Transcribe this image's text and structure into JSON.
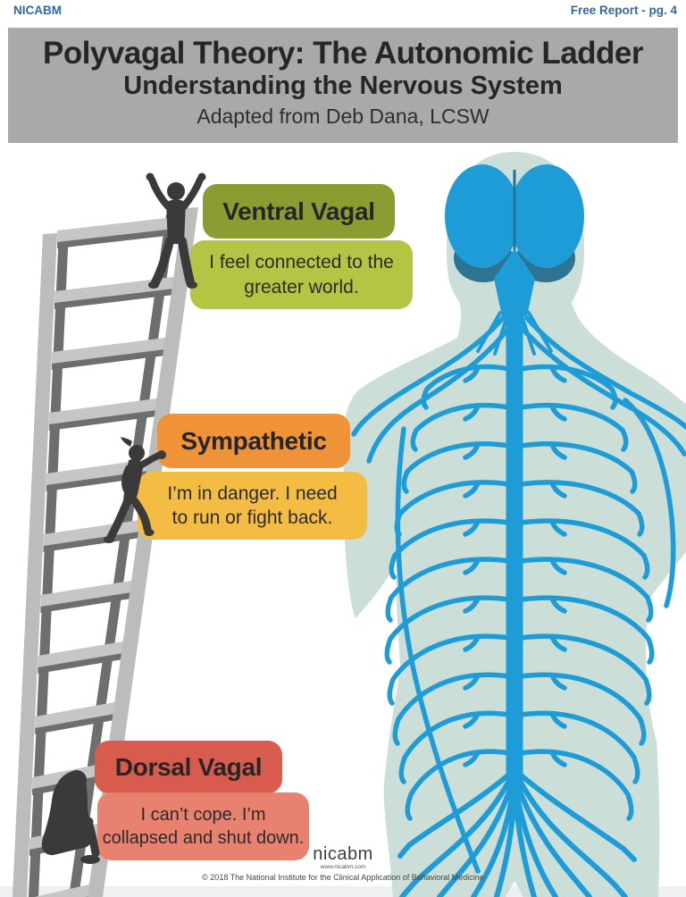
{
  "page": {
    "top_left": "NICABM",
    "top_right": "Free Report - pg. 4",
    "accent_blue": "#2b6ab0"
  },
  "banner": {
    "title": "Polyvagal Theory: The Autonomic Ladder",
    "subtitle": "Understanding the Nervous System",
    "attribution": "Adapted from Deb Dana, LCSW",
    "bg_color": "#a9a9a9"
  },
  "levels": [
    {
      "name": "Ventral Vagal",
      "quote": "I feel connected to the\ngreater world.",
      "label_bg": "#8a9c32",
      "quote_bg": "#b6c443",
      "figure": "celebrating-person",
      "ladder_position": "top"
    },
    {
      "name": "Sympathetic",
      "quote": "I’m in danger.  I need\nto run or fight back.",
      "label_bg": "#ef9238",
      "quote_bg": "#f5bc43",
      "figure": "climbing-fighting-person",
      "ladder_position": "middle"
    },
    {
      "name": "Dorsal Vagal",
      "quote": "I can’t cope.  I’m\ncollapsed and shut down.",
      "label_bg": "#d85c4d",
      "quote_bg": "#e88170",
      "figure": "collapsed-person",
      "ladder_position": "bottom"
    }
  ],
  "footer": {
    "logo": "nicabm",
    "website": "www.nicabm.com",
    "copyright": "© 2018  The National Institute for the Clinical Application of Behavioral Medicine"
  },
  "illustration": {
    "body_color": "#cbdfd8",
    "nerve_color": "#1e9cd7",
    "deep_brain_color": "#2e7391",
    "ladder_light": "#bcbcbc",
    "ladder_rung": "#c6c6c6",
    "ladder_dark": "#6e6e6e",
    "figure_color": "#3a3a3a"
  }
}
